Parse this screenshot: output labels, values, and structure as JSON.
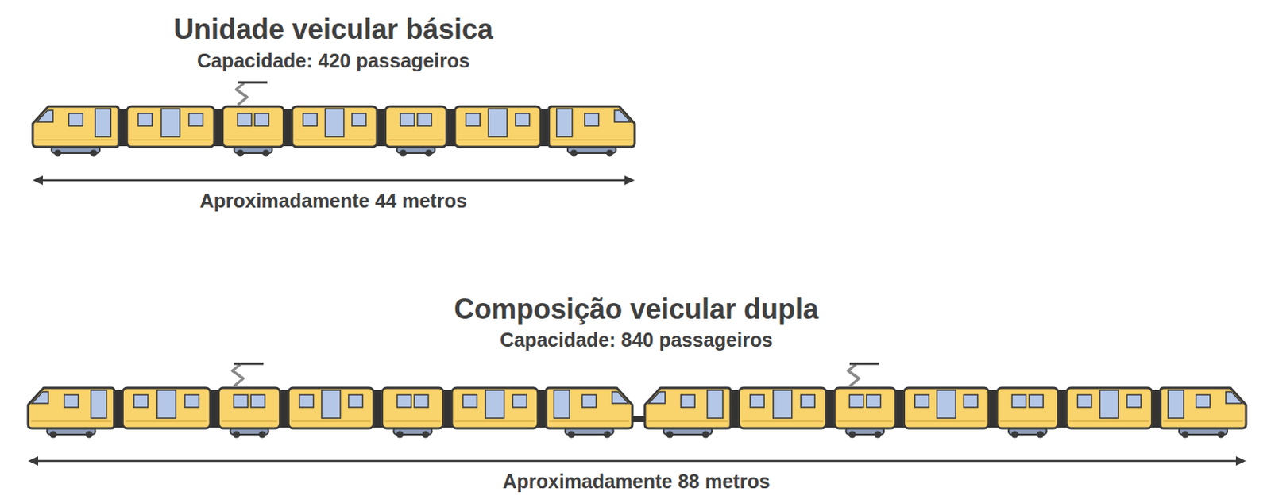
{
  "diagram": {
    "labels": [
      "Unidade veicular básica",
      "Capacidade: 420 passageiros",
      "Aproximadamente 44 metros",
      "Composição veicular dupla",
      "Capacidade: 840 passageiros",
      "Aproximadamente 88 metros"
    ]
  }
}
